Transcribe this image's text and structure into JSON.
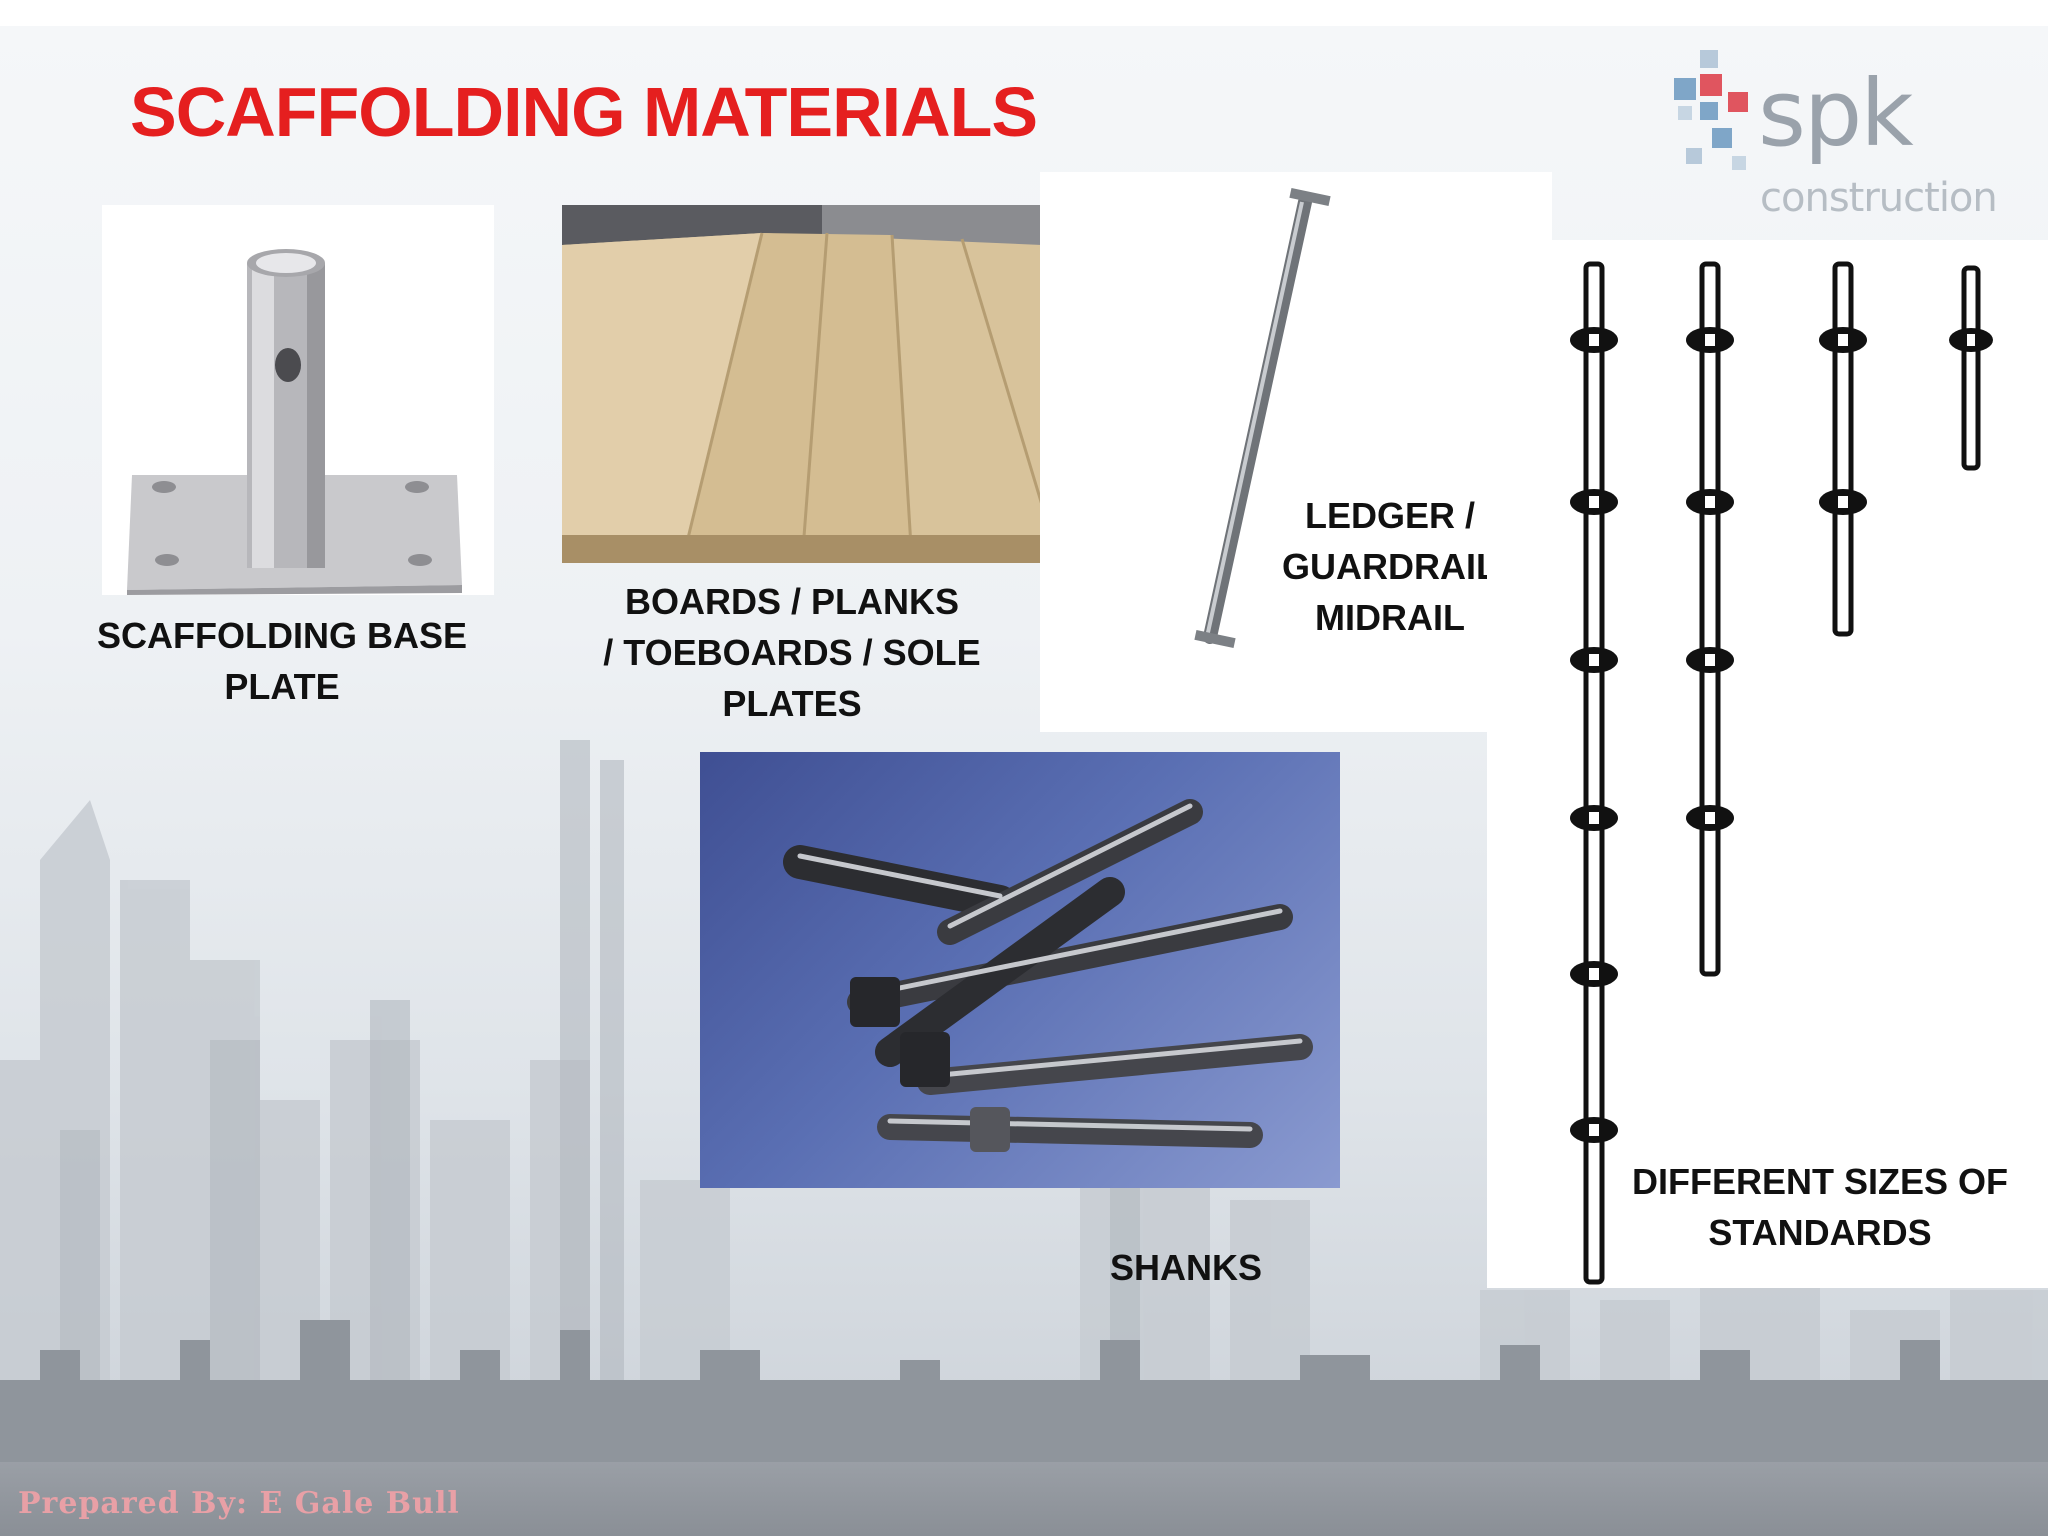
{
  "slide": {
    "title": "SCAFFOLDING MATERIALS",
    "footer": "Prepared By: E Gale Bull"
  },
  "logo": {
    "name": "spk",
    "subtitle": "construction"
  },
  "items": [
    {
      "id": "base-plate",
      "line1": "SCAFFOLDING BASE",
      "line2": "PLATE"
    },
    {
      "id": "boards",
      "line1": "BOARDS / PLANKS",
      "line2": "/ TOEBOARDS / SOLE",
      "line3": "PLATES"
    },
    {
      "id": "ledger",
      "line1": "LEDGER /",
      "line2": "GUARDRAIL",
      "line3": "MIDRAIL"
    },
    {
      "id": "shanks",
      "line1": "SHANKS"
    },
    {
      "id": "standards",
      "line1": "DIFFERENT SIZES OF",
      "line2": "STANDARDS"
    }
  ],
  "colors": {
    "title": "#e51f1f",
    "logo_accent_red": "#e0555f",
    "logo_accent_blue": "#7fa6c8"
  }
}
